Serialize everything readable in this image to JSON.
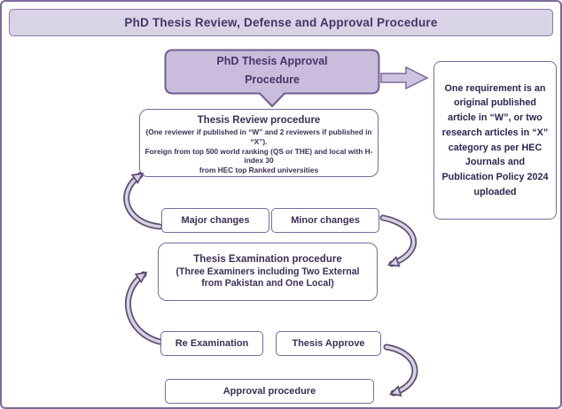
{
  "banner": {
    "title": "PhD Thesis Review, Defense and Approval Procedure"
  },
  "callout": {
    "label": "PhD Thesis Approval Procedure"
  },
  "side_note": {
    "text": "One requirement is an original published article in “W”, or two research articles in “X” category as per HEC Journals and Publication Policy 2024 uploaded"
  },
  "review": {
    "title": "Thesis Review procedure",
    "details": [
      "(One reviewer if published in “W” and 2 reviewers if published in “X”).",
      "Foreign from top 500 world ranking (QS or THE) and local with H-index 30",
      "from HEC top Ranked universities"
    ]
  },
  "examination": {
    "title": "Thesis Examination procedure",
    "details": [
      "(Three Examiners including Two External",
      "from Pakistan and One Local)"
    ]
  },
  "boxes": {
    "major_changes": "Major changes",
    "minor_changes": "Minor changes",
    "re_examination": "Re Examination",
    "thesis_approve": "Thesis Approve",
    "approval_procedure": "Approval procedure"
  },
  "icons": {
    "flow_arrows": [
      "curved-arrow-up-left",
      "curved-arrow-down-right",
      "curved-arrow-up-left",
      "curved-arrow-down-right"
    ],
    "callout_pointer": "down-pointer",
    "note_arrow": "block-arrow-right"
  },
  "colors": {
    "border_purple": "#7c6a99",
    "banner_fill": "#d9d3e6",
    "callout_fill": "#c9bcdc",
    "text_dark_purple": "#3d2f55",
    "arrow_fill": "#d8d1e2",
    "arrow_outline": "#5e4f75"
  }
}
